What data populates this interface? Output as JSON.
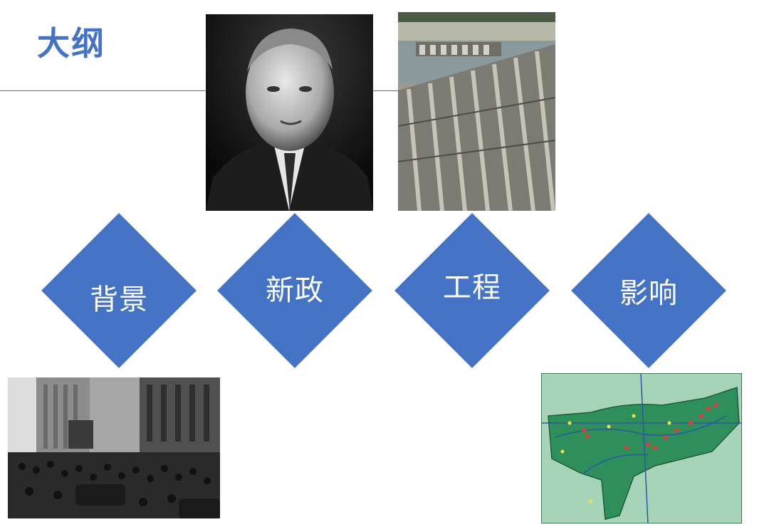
{
  "title": "大纲",
  "theme": {
    "accent": "#4472c4",
    "text_on_accent": "#ffffff"
  },
  "steps": [
    {
      "label": "背景"
    },
    {
      "label": "新政"
    },
    {
      "label": "工程"
    },
    {
      "label": "影响"
    }
  ],
  "images": [
    {
      "name": "portrait-photo",
      "description_icon": "portrait-icon"
    },
    {
      "name": "dam-construction-photo",
      "description_icon": "dam-icon"
    },
    {
      "name": "street-crowd-photo",
      "description_icon": "crowd-icon"
    },
    {
      "name": "region-map-image",
      "description_icon": "map-icon"
    }
  ]
}
